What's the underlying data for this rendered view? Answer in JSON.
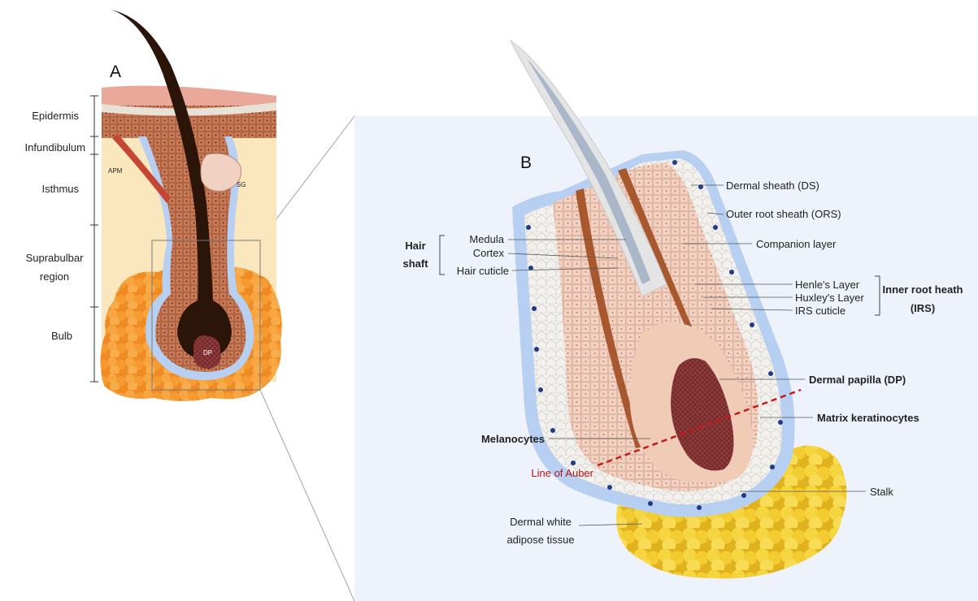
{
  "colors": {
    "skin_bg": "#fbe7bd",
    "fat": "#f6a03c",
    "fat_b": "#f4d44a",
    "epidermis": "#d9937c",
    "sheath_blue": "#b7cff0",
    "dermal_blue": "#1f3b88",
    "hair": "#2b1408",
    "papilla": "#7f2c2f",
    "auber": "#c41a1a",
    "backdrop": "#eef3fb"
  },
  "panel_a": {
    "letter": "A",
    "regions": [
      "Epidermis",
      "Infundibulum",
      "Isthmus",
      "Suprabulbar region",
      "Bulb"
    ],
    "apm": "APM",
    "sg": "SG",
    "dp": "DP"
  },
  "panel_b": {
    "letter": "B",
    "hair_shaft_group": "Hair shaft",
    "hair_shaft_items": [
      "Medula",
      "Cortex",
      "Hair cuticle"
    ],
    "right_labels": [
      "Dermal sheath (DS)",
      "Outer root sheath (ORS)",
      "Companion layer"
    ],
    "irs_items": [
      "Henle's Layer",
      "Huxley's Layer",
      "IRS cuticle"
    ],
    "irs_group": "Inner root heath (IRS)",
    "dermal_papilla": "Dermal papilla (DP)",
    "matrix": "Matrix keratinocytes",
    "melanocytes": "Melanocytes",
    "line_of_auber": "Line of Auber",
    "stalk": "Stalk",
    "adipose": "Dermal white adipose tissue"
  }
}
